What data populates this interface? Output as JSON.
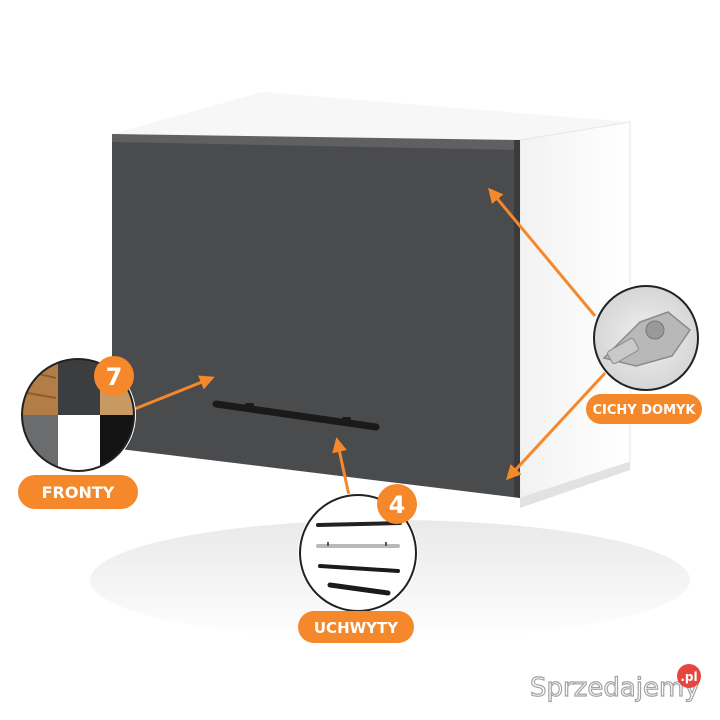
{
  "product": {
    "front_color": "#4a4b4d",
    "body_color": "#ffffff",
    "handle_color": "#1a1a1a"
  },
  "callouts": {
    "fronts": {
      "label": "FRONTY",
      "count": "7"
    },
    "hinge": {
      "label": "CICHY DOMYK"
    },
    "handles": {
      "label": "UCHWYTY",
      "count": "4"
    }
  },
  "accent_color": "#f5882a",
  "watermark": {
    "brand": "Sprzedajemy",
    "tld": ".pl"
  }
}
